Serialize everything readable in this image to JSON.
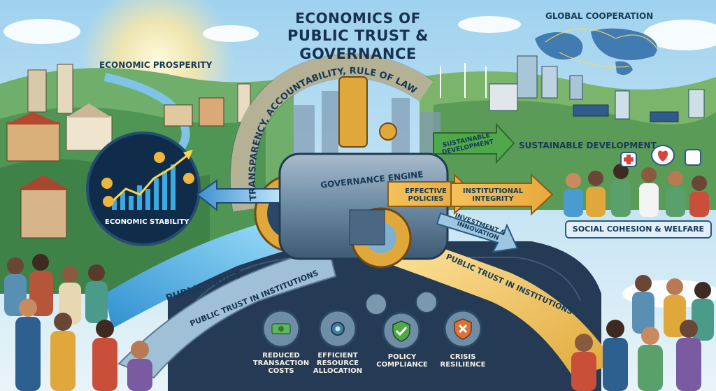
{
  "title": {
    "line1": "ECONOMICS OF",
    "line2": "PUBLIC TRUST & GOVERNANCE"
  },
  "regions": {
    "economic_prosperity": "ECONOMIC PROSPERITY",
    "global_cooperation": "GLOBAL COOPERATION",
    "sustainable_development": "SUSTAINABLE DEVELOPMENT",
    "social_cohesion": "SOCIAL COHESION & WELFARE",
    "economic_stability": "ECONOMIC STABILITY"
  },
  "arc_banner": "TRANSPARENCY, ACCOUNTABILITY, RULE OF LAW",
  "engine": {
    "label": "GOVERNANCE ENGINE"
  },
  "arrows": {
    "effective_policies": "EFFECTIVE POLICIES",
    "institutional_integrity": "INSTITUTIONAL INTEGRITY",
    "investment_innovation": "INVESTMENT & INNOVATION",
    "sustainable_development_arrow": "SUSTAINABLE DEVELOPMENT"
  },
  "flows": {
    "public_trust": "PUBLIC TRUST",
    "public_trust_institutions_left": "PUBLIC TRUST IN INSTITUTIONS",
    "public_trust_institutions_right": "PUBLIC TRUST IN INSTITUTIONS"
  },
  "outcomes": [
    {
      "label": "REDUCED TRANSACTION COSTS",
      "icon": "cash-icon",
      "color": "#3f7fa0"
    },
    {
      "label": "EFFICIENT RESOURCE ALLOCATION",
      "icon": "gear-icon",
      "color": "#3f7fa0"
    },
    {
      "label": "POLICY COMPLIANCE",
      "icon": "check-shield-icon",
      "color": "#4fa84a"
    },
    {
      "label": "CRISIS RESILIENCE",
      "icon": "x-shield-icon",
      "color": "#d9733a"
    }
  ],
  "colors": {
    "navy": "#173a56",
    "gold": "#e8a93a",
    "flow_blue": "#5fc3ea",
    "sky": "#cfe9f5"
  }
}
